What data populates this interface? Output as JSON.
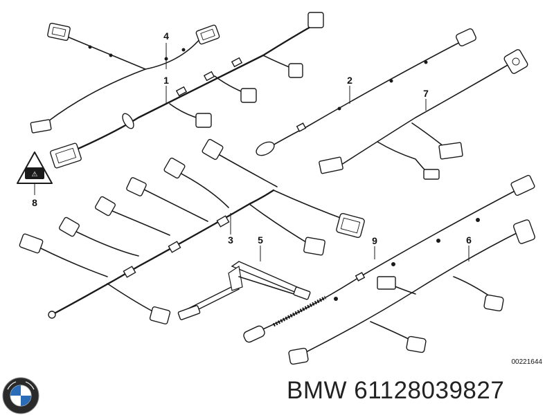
{
  "diagram": {
    "part_numbers": [
      "1",
      "2",
      "3",
      "4",
      "5",
      "6",
      "7",
      "8",
      "9"
    ],
    "drawing_code": "00221644"
  },
  "footer": {
    "brand": "BMW",
    "part_number": "61128039827",
    "logo_letters": "BMW"
  }
}
